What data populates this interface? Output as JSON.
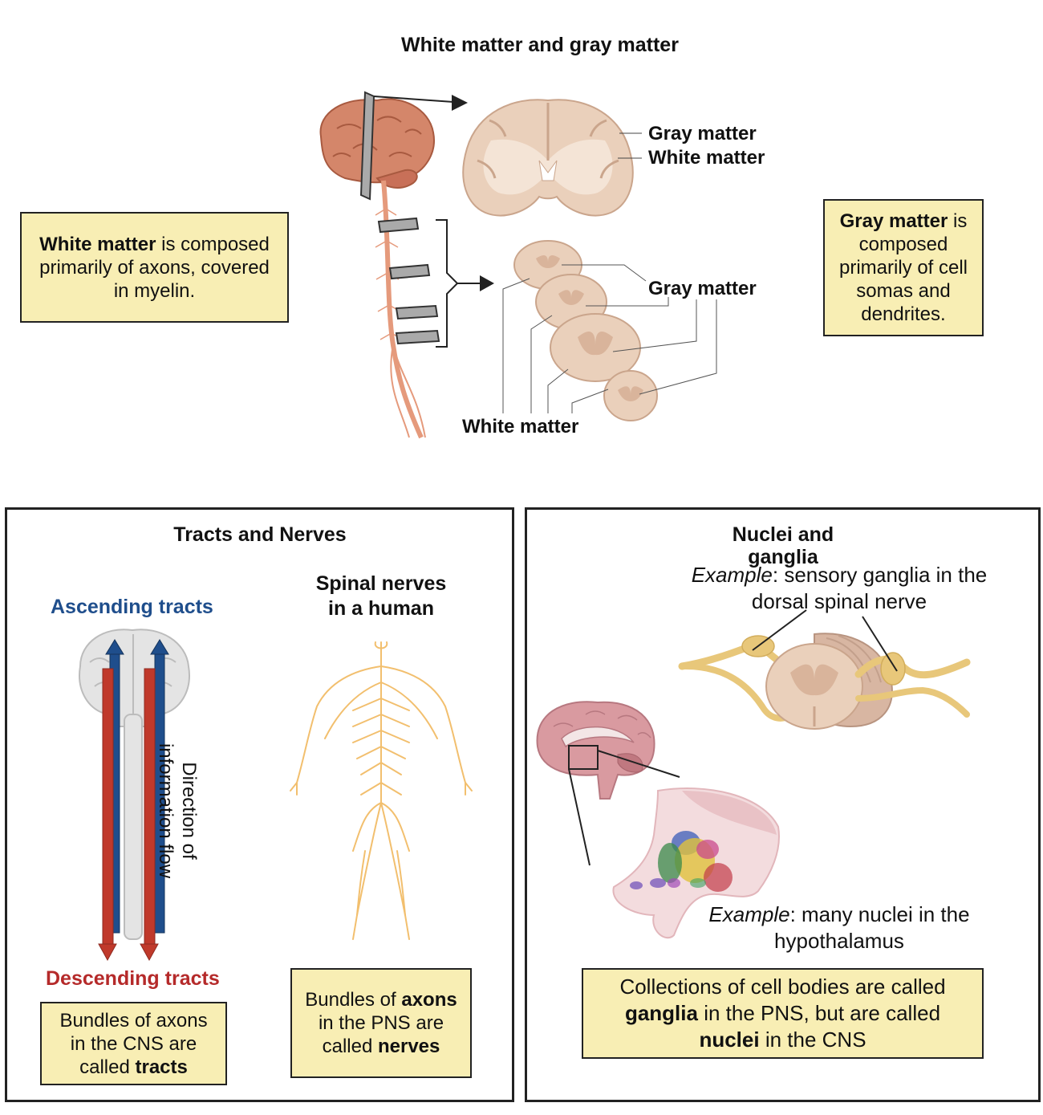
{
  "header": {
    "title": "White matter and gray matter"
  },
  "top_labels": {
    "brain_gray": "Gray matter",
    "brain_white": "White matter",
    "cord_gray": "Gray matter",
    "cord_white": "White matter"
  },
  "white_note": {
    "bold": "White matter",
    "rest": " is composed primarily of axons, covered in myelin."
  },
  "gray_note": {
    "bold": "Gray matter",
    "rest": " is composed primarily of cell somas and dendrites."
  },
  "tracts_panel": {
    "title": "Tracts and Nerves",
    "ascending": "Ascending tracts",
    "descending": "Descending tracts",
    "direction_line1": "Direction of",
    "direction_line2": "information flow",
    "spinal_line1": "Spinal nerves",
    "spinal_line2": "in a  human",
    "cns_note": {
      "pre": "Bundles of axons in the CNS are called ",
      "bold": "tracts"
    },
    "pns_note": {
      "pre": "Bundles of ",
      "bold1": "axons",
      "mid": " in the PNS are called ",
      "bold2": "nerves"
    }
  },
  "nuclei_panel": {
    "title_line1": "Nuclei and",
    "title_line2": "ganglia",
    "example1": {
      "italic": "Example",
      "rest": ": sensory ganglia in the dorsal spinal nerve"
    },
    "example2": {
      "italic": "Example",
      "rest": ": many nuclei in the hypothalamus"
    },
    "note": {
      "pre": "Collections of cell bodies are called ",
      "bold1": "ganglia",
      "mid": " in the PNS, but are called ",
      "bold2": "nuclei",
      "post": " in the CNS"
    }
  },
  "colors": {
    "note_fill": "#f8eeb4",
    "ascending": "#1f4e8c",
    "descending": "#b52a2a",
    "brain": "#d4866a",
    "tissue": "#e9cbb3",
    "nerve": "#f2bf6e"
  }
}
